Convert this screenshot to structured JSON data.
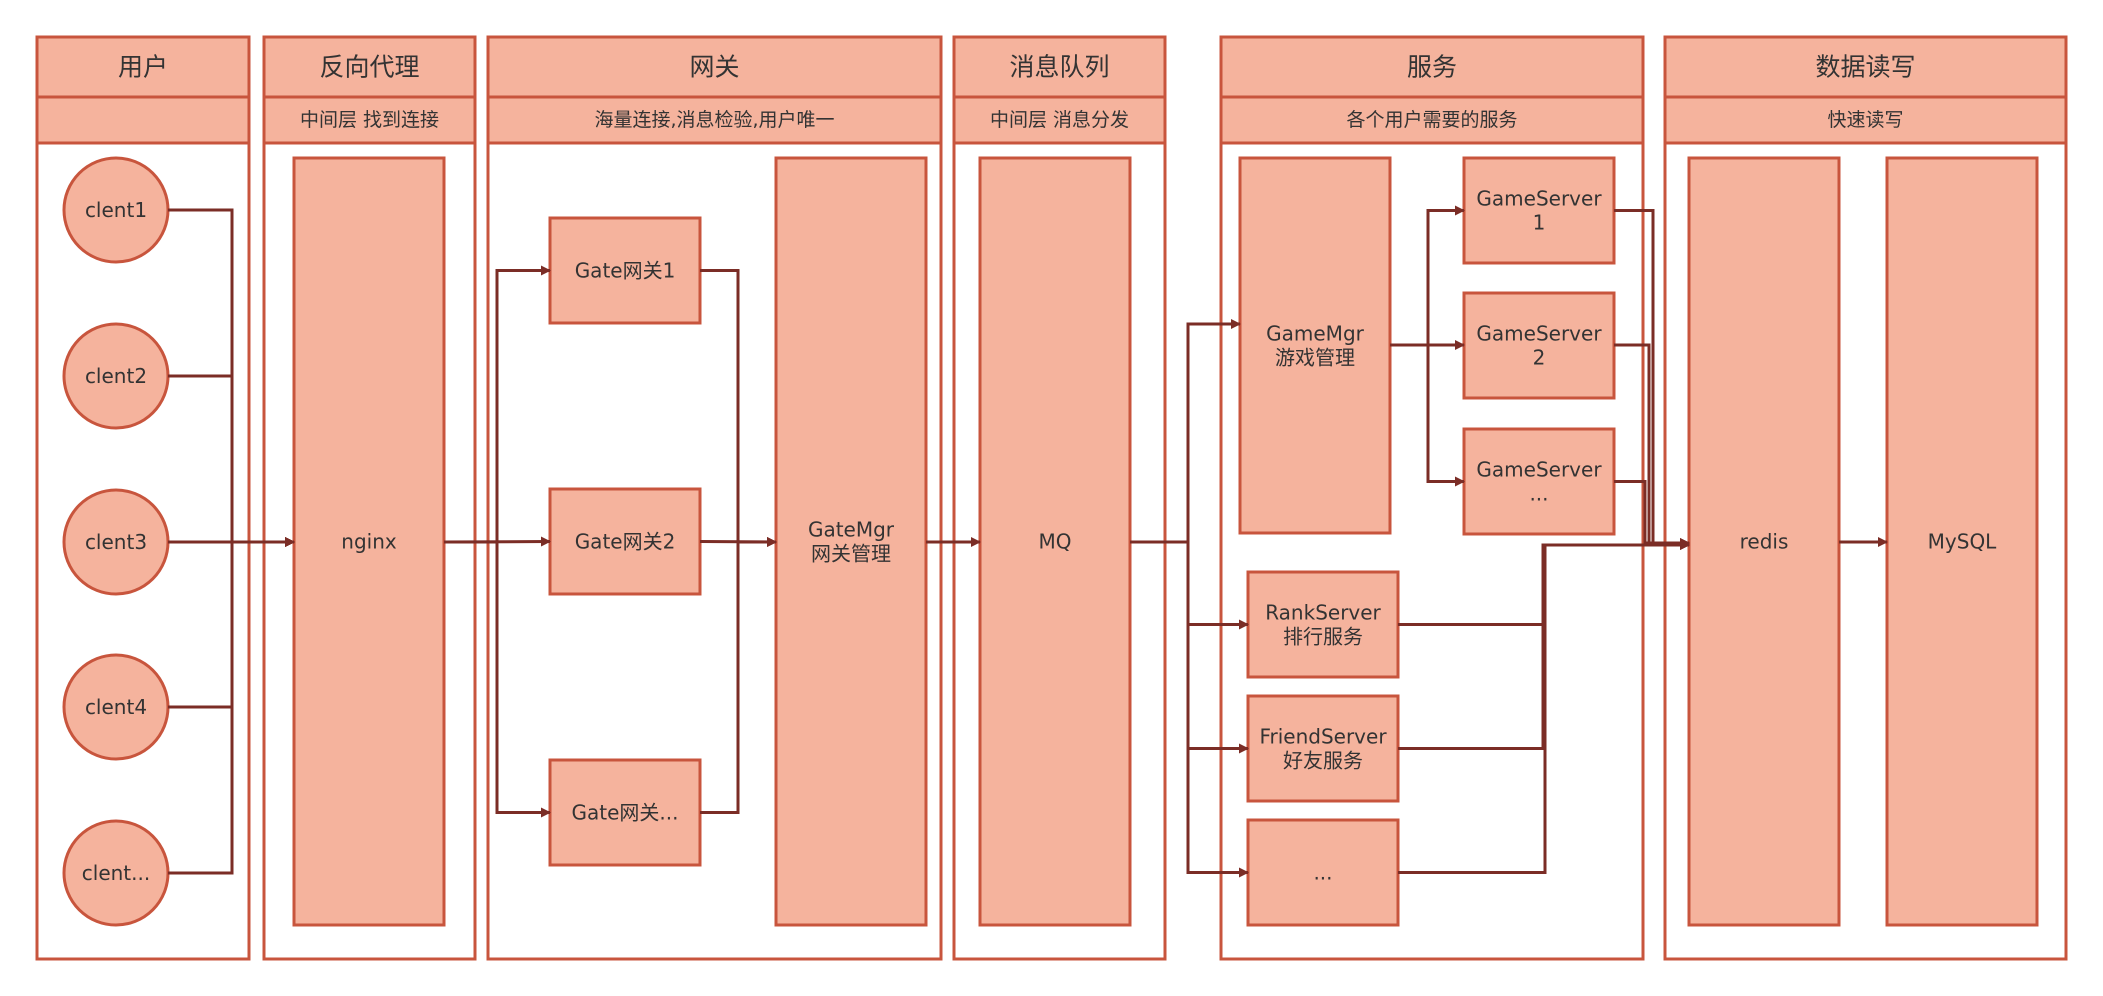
{
  "colors": {
    "fill": "#f5b39d",
    "stroke": "#c8553d",
    "edge": "#7b2d26",
    "text": "#333333",
    "background": "#ffffff"
  },
  "lanes": [
    {
      "id": "user",
      "title": "用户",
      "subtitle": ""
    },
    {
      "id": "proxy",
      "title": "反向代理",
      "subtitle": "中间层 找到连接"
    },
    {
      "id": "gateway",
      "title": "网关",
      "subtitle": "海量连接,消息检验,用户唯一"
    },
    {
      "id": "mq",
      "title": "消息队列",
      "subtitle": "中间层 消息分发"
    },
    {
      "id": "service",
      "title": "服务",
      "subtitle": "各个用户需要的服务"
    },
    {
      "id": "data",
      "title": "数据读写",
      "subtitle": "快速读写"
    }
  ],
  "nodes": [
    {
      "id": "c1",
      "shape": "circle",
      "lines": [
        "clent1"
      ]
    },
    {
      "id": "c2",
      "shape": "circle",
      "lines": [
        "clent2"
      ]
    },
    {
      "id": "c3",
      "shape": "circle",
      "lines": [
        "clent3"
      ]
    },
    {
      "id": "c4",
      "shape": "circle",
      "lines": [
        "clent4"
      ]
    },
    {
      "id": "c5",
      "shape": "circle",
      "lines": [
        "clent..."
      ]
    },
    {
      "id": "nginx",
      "shape": "rect",
      "lines": [
        "nginx"
      ]
    },
    {
      "id": "g1",
      "shape": "rect",
      "lines": [
        "Gate网关1"
      ]
    },
    {
      "id": "g2",
      "shape": "rect",
      "lines": [
        "Gate网关2"
      ]
    },
    {
      "id": "g3",
      "shape": "rect",
      "lines": [
        "Gate网关..."
      ]
    },
    {
      "id": "gmgr",
      "shape": "rect",
      "lines": [
        "GateMgr",
        "网关管理"
      ]
    },
    {
      "id": "mq",
      "shape": "rect",
      "lines": [
        "MQ"
      ]
    },
    {
      "id": "gamemgr",
      "shape": "rect",
      "lines": [
        "GameMgr",
        "游戏管理"
      ]
    },
    {
      "id": "gs1",
      "shape": "rect",
      "lines": [
        "GameServer",
        "1"
      ]
    },
    {
      "id": "gs2",
      "shape": "rect",
      "lines": [
        "GameServer",
        "2"
      ]
    },
    {
      "id": "gs3",
      "shape": "rect",
      "lines": [
        "GameServer",
        "..."
      ]
    },
    {
      "id": "rank",
      "shape": "rect",
      "lines": [
        "RankServer",
        "排行服务"
      ]
    },
    {
      "id": "friend",
      "shape": "rect",
      "lines": [
        "FriendServer",
        "好友服务"
      ]
    },
    {
      "id": "etc",
      "shape": "rect",
      "lines": [
        "..."
      ]
    },
    {
      "id": "redis",
      "shape": "rect",
      "lines": [
        "redis"
      ]
    },
    {
      "id": "mysql",
      "shape": "rect",
      "lines": [
        "MySQL"
      ]
    }
  ],
  "edges": [
    {
      "from": "c1",
      "to": "nginx"
    },
    {
      "from": "c2",
      "to": "nginx"
    },
    {
      "from": "c3",
      "to": "nginx"
    },
    {
      "from": "c4",
      "to": "nginx"
    },
    {
      "from": "c5",
      "to": "nginx"
    },
    {
      "from": "nginx",
      "to": "g1"
    },
    {
      "from": "nginx",
      "to": "g2"
    },
    {
      "from": "nginx",
      "to": "g3"
    },
    {
      "from": "g1",
      "to": "gmgr"
    },
    {
      "from": "g2",
      "to": "gmgr"
    },
    {
      "from": "g3",
      "to": "gmgr"
    },
    {
      "from": "gmgr",
      "to": "mq"
    },
    {
      "from": "mq",
      "to": "gamemgr"
    },
    {
      "from": "mq",
      "to": "rank"
    },
    {
      "from": "mq",
      "to": "friend"
    },
    {
      "from": "mq",
      "to": "etc"
    },
    {
      "from": "gamemgr",
      "to": "gs1"
    },
    {
      "from": "gamemgr",
      "to": "gs2"
    },
    {
      "from": "gamemgr",
      "to": "gs3"
    },
    {
      "from": "gs1",
      "to": "redis"
    },
    {
      "from": "gs2",
      "to": "redis"
    },
    {
      "from": "gs3",
      "to": "redis"
    },
    {
      "from": "rank",
      "to": "redis"
    },
    {
      "from": "friend",
      "to": "redis"
    },
    {
      "from": "etc",
      "to": "redis"
    },
    {
      "from": "redis",
      "to": "mysql"
    }
  ]
}
